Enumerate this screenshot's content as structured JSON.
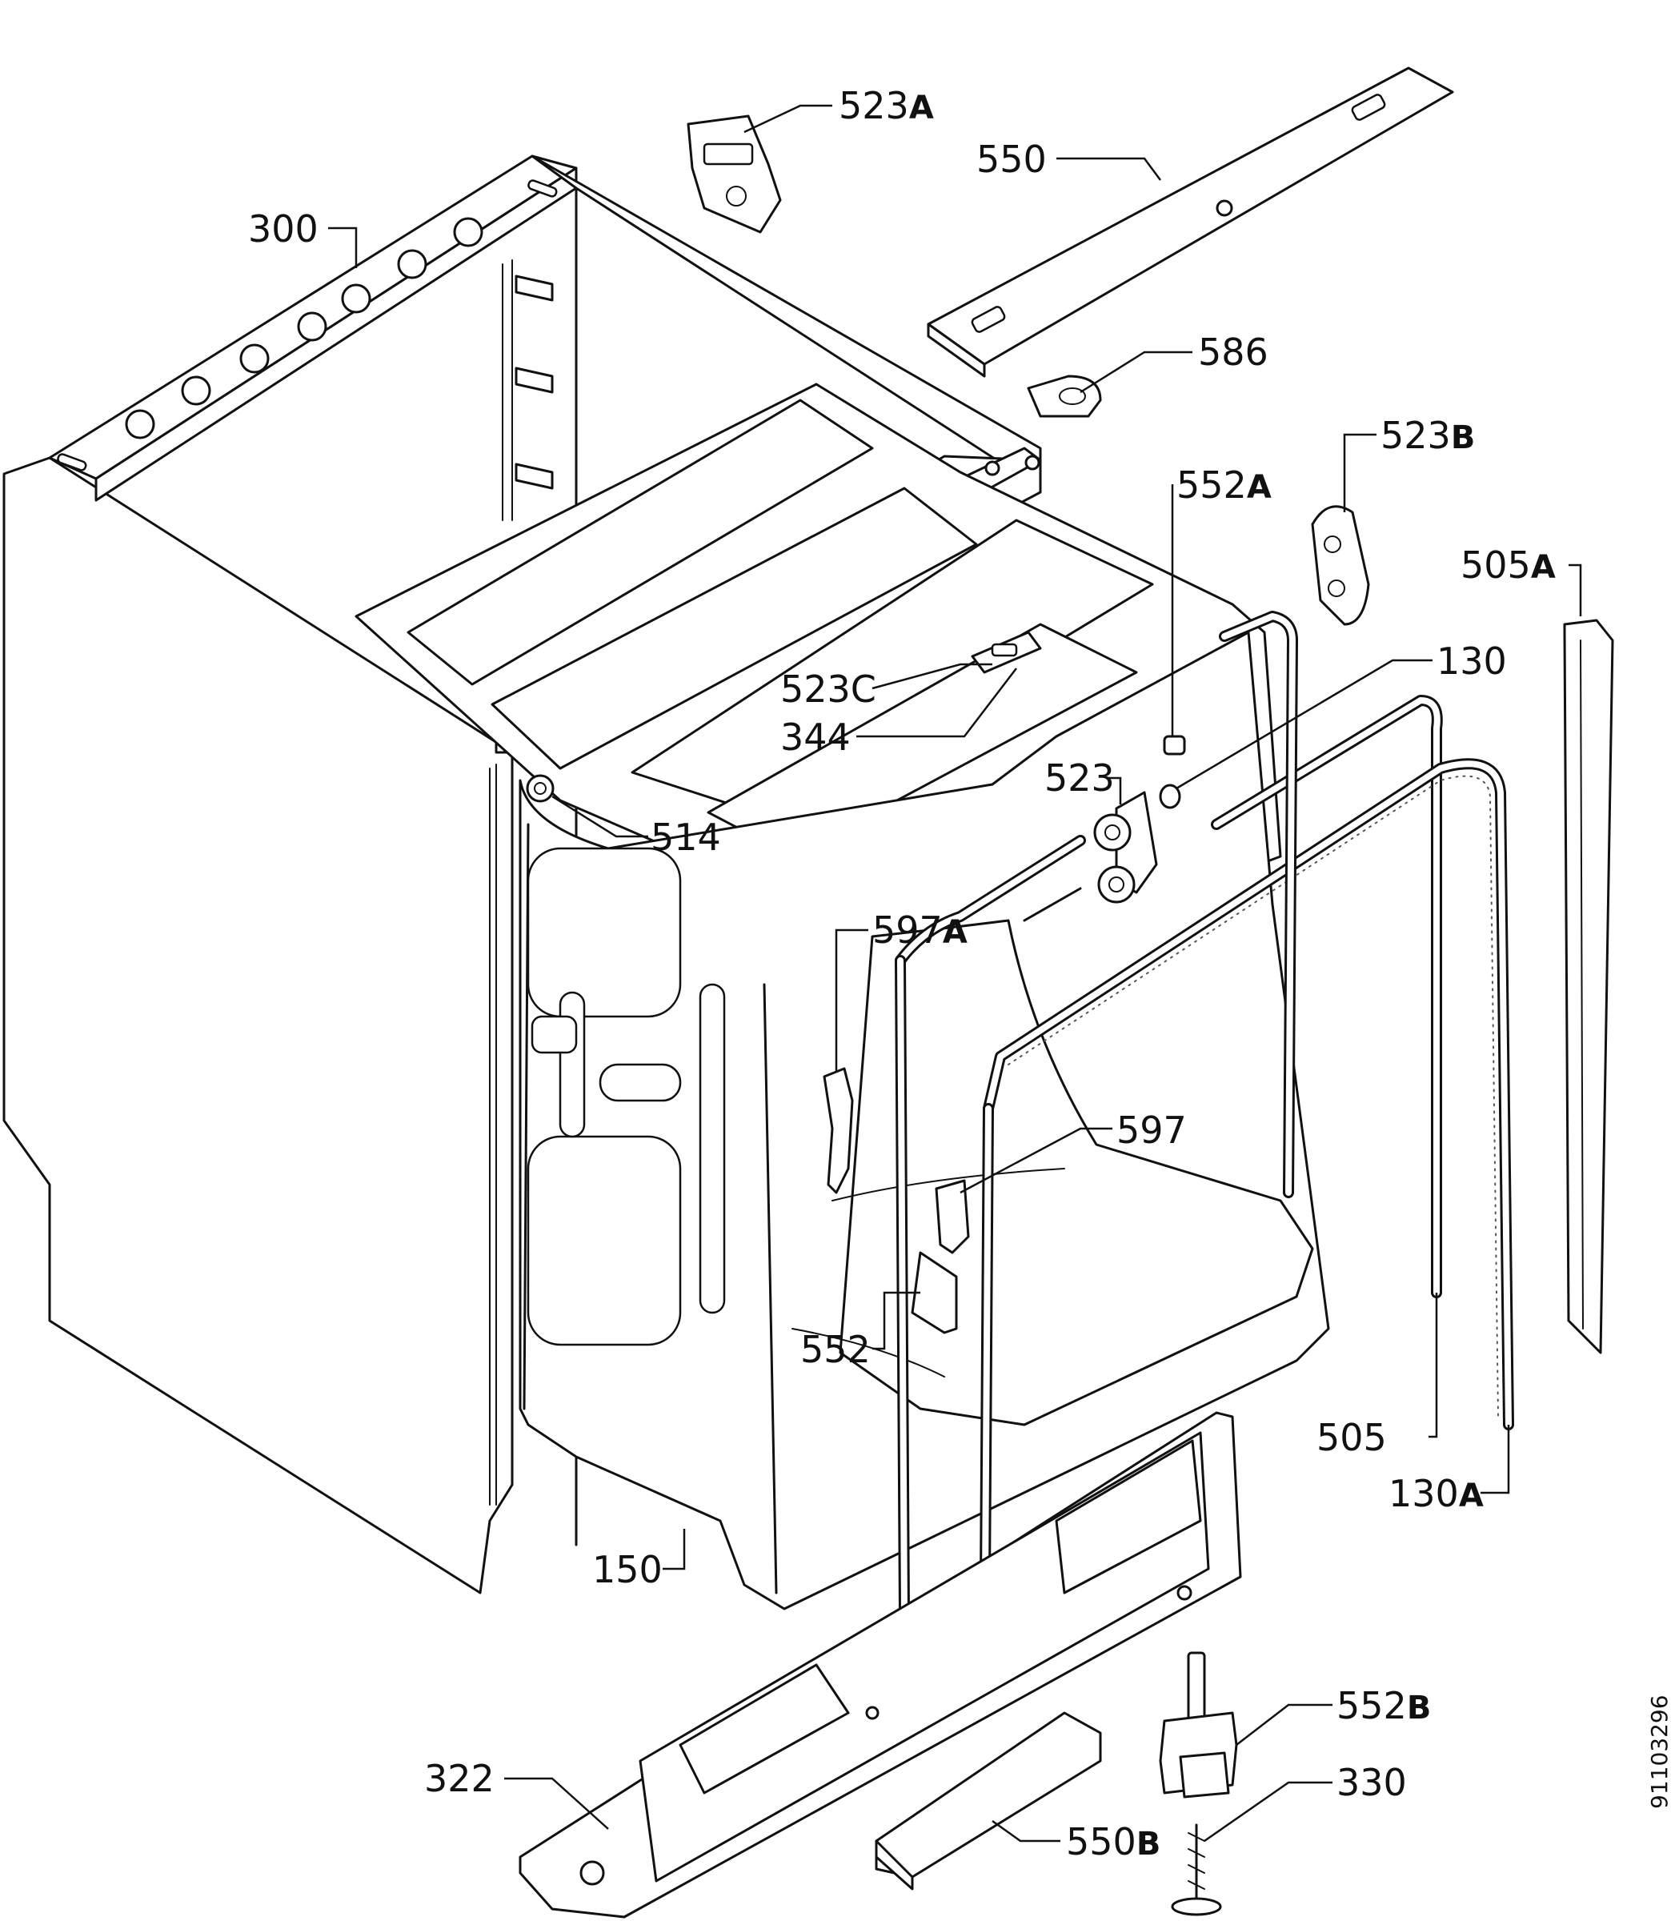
{
  "callouts": [
    {
      "id": "523A",
      "num": "523",
      "sfx": "A"
    },
    {
      "id": "550",
      "num": "550",
      "sfx": ""
    },
    {
      "id": "300",
      "num": "300",
      "sfx": ""
    },
    {
      "id": "586",
      "num": "586",
      "sfx": ""
    },
    {
      "id": "523B",
      "num": "523",
      "sfx": "B"
    },
    {
      "id": "552A",
      "num": "552",
      "sfx": "A"
    },
    {
      "id": "505A",
      "num": "505",
      "sfx": "A"
    },
    {
      "id": "130",
      "num": "130",
      "sfx": ""
    },
    {
      "id": "523C",
      "num": "523C",
      "sfx": ""
    },
    {
      "id": "344",
      "num": "344",
      "sfx": ""
    },
    {
      "id": "523",
      "num": "523",
      "sfx": ""
    },
    {
      "id": "514",
      "num": "514",
      "sfx": ""
    },
    {
      "id": "597A",
      "num": "597",
      "sfx": "A"
    },
    {
      "id": "597",
      "num": "597",
      "sfx": ""
    },
    {
      "id": "552",
      "num": "552",
      "sfx": ""
    },
    {
      "id": "505",
      "num": "505",
      "sfx": ""
    },
    {
      "id": "130A",
      "num": "130",
      "sfx": "A"
    },
    {
      "id": "150",
      "num": "150",
      "sfx": ""
    },
    {
      "id": "552B",
      "num": "552",
      "sfx": "B"
    },
    {
      "id": "322",
      "num": "322",
      "sfx": ""
    },
    {
      "id": "330",
      "num": "330",
      "sfx": ""
    },
    {
      "id": "550B",
      "num": "550",
      "sfx": "B"
    }
  ],
  "document_number": "91103296"
}
